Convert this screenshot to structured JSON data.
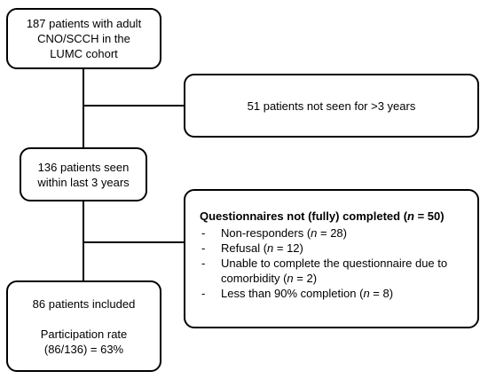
{
  "flow": {
    "cohort": {
      "line1": "187 patients with adult",
      "line2": "CNO/SCCH in the",
      "line3": "LUMC cohort"
    },
    "not_seen": {
      "text": "51 patients not seen for >3 years"
    },
    "seen": {
      "line1": "136 patients seen",
      "line2": "within last 3 years"
    },
    "excluded": {
      "title_pre": "Questionnaires not (fully) completed (",
      "title_n": "n",
      "title_post": " = 50)",
      "items": [
        {
          "pre": "Non-responders (",
          "n": "n",
          "post": " = 28)"
        },
        {
          "pre": "Refusal (",
          "n": "n",
          "post": " = 12)"
        },
        {
          "pre": "Unable to complete the questionnaire due to comorbidity (",
          "n": "n",
          "post": " = 2)"
        },
        {
          "pre": "Less than 90% completion (",
          "n": "n",
          "post": " = 8)"
        }
      ]
    },
    "included": {
      "line1": "86 patients included",
      "line2": "Participation rate",
      "line3": "(86/136) = 63%"
    }
  }
}
